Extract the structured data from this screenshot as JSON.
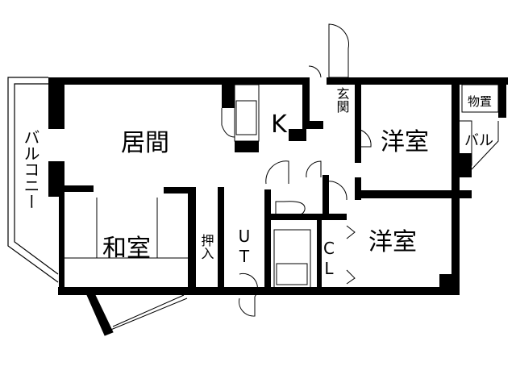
{
  "floor_plan": {
    "rooms": {
      "living": "居間",
      "kitchen": "K",
      "entrance": "玄関",
      "western_room_1": "洋室",
      "storage": "物置",
      "small_balcony": "バル",
      "balcony": "バルコニー",
      "japanese_room": "和室",
      "oshiire": "押入",
      "utility_u": "U",
      "utility_t": "T",
      "closet_c": "C",
      "closet_l": "L",
      "western_room_2": "洋室"
    },
    "colors": {
      "wall": "#000000",
      "background": "#ffffff"
    }
  }
}
